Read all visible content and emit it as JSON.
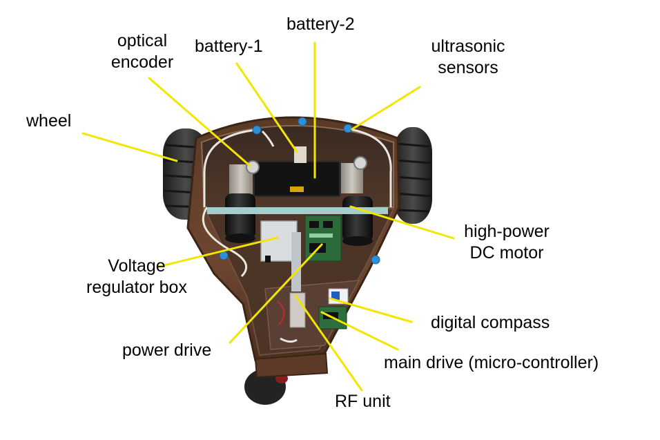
{
  "figure": {
    "leader_color": "#f2e600",
    "labels": {
      "wheel": "wheel",
      "optical_encoder": [
        "optical",
        "encoder"
      ],
      "battery_1": "battery-1",
      "battery_2": "battery-2",
      "ultrasonic_sensors": [
        "ultrasonic",
        "sensors"
      ],
      "high_power_dc_motor": [
        "high-power",
        "DC motor"
      ],
      "voltage_regulator_box": [
        "Voltage",
        "regulator box"
      ],
      "power_drive": "power drive",
      "digital_compass": "digital compass",
      "main_drive": "main drive (micro-controller)",
      "rf_unit": "RF unit"
    }
  }
}
